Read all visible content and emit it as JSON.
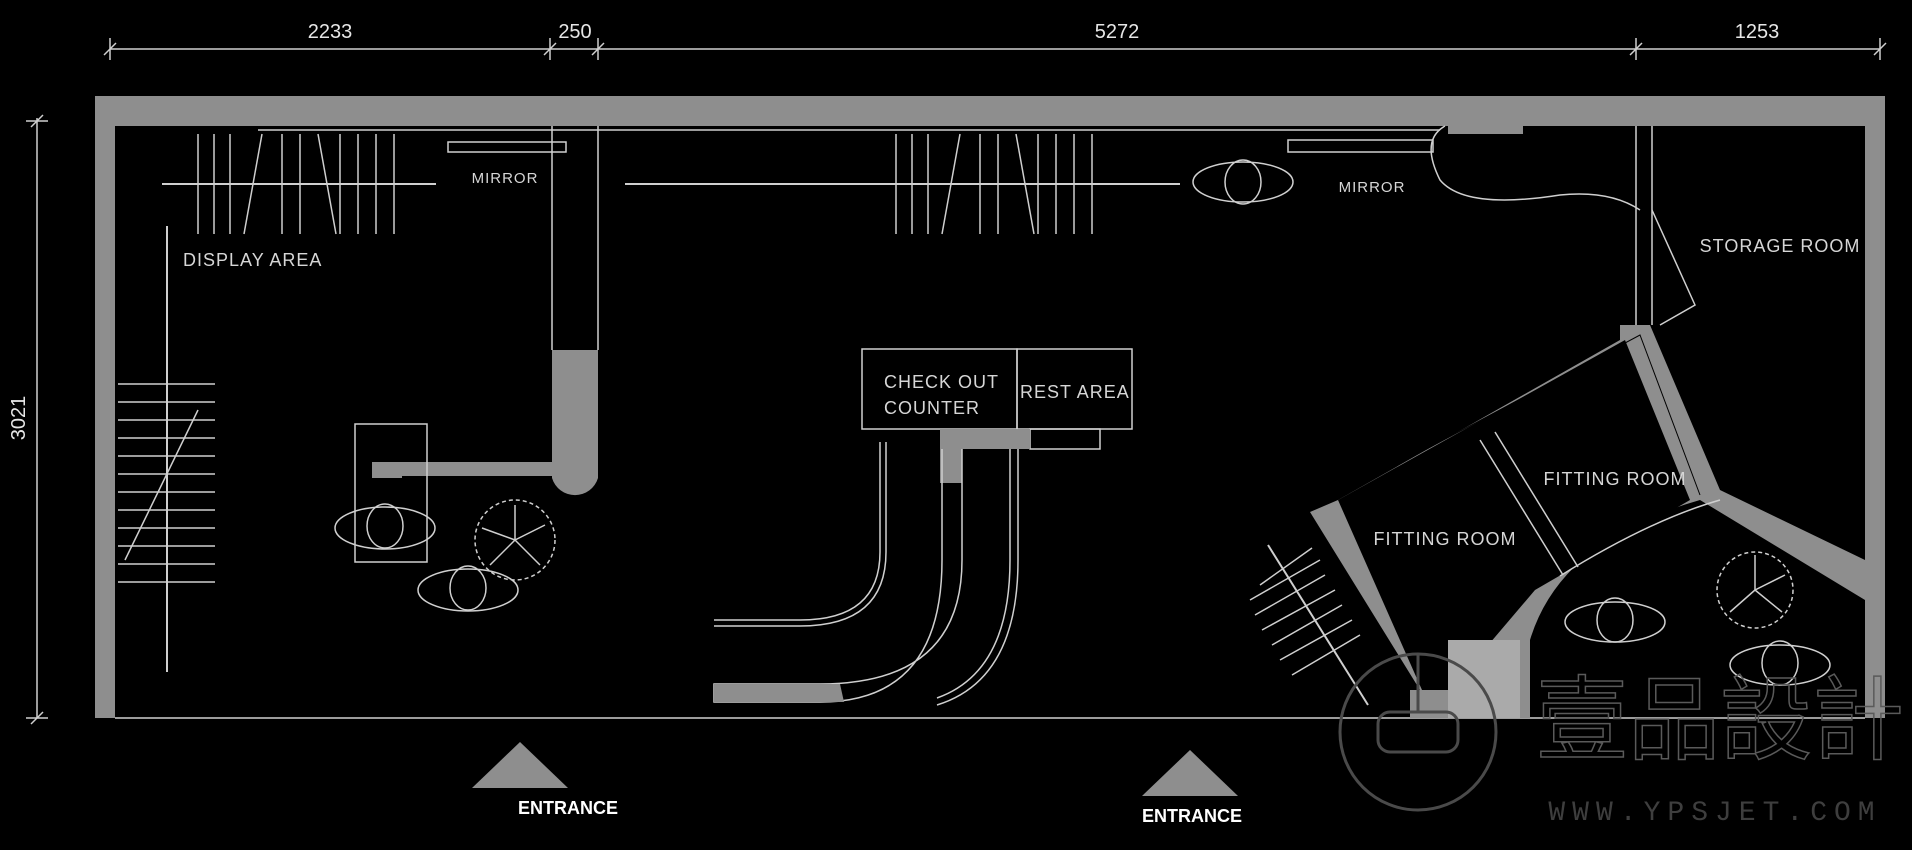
{
  "dimensions": {
    "top": [
      "2233",
      "250",
      "5272",
      "1253"
    ],
    "left": "3021"
  },
  "labels": {
    "display_area": "DISPLAY AREA",
    "mirror_left": "MIRROR",
    "mirror_right": "MIRROR",
    "storage_room": "STORAGE ROOM",
    "checkout_line1": "CHECK OUT",
    "checkout_line2": "COUNTER",
    "rest_area": "REST   AREA",
    "fitting_room_1": "FITTING ROOM",
    "fitting_room_2": "FITTING ROOM"
  },
  "entrances": [
    "ENTRANCE",
    "ENTRANCE"
  ],
  "watermark": {
    "text": "壹品設計",
    "url": "WWW.YPSJET.COM"
  },
  "colors": {
    "background": "#000000",
    "wall": "#8e8e8e",
    "linework": "#cfcfcf"
  }
}
